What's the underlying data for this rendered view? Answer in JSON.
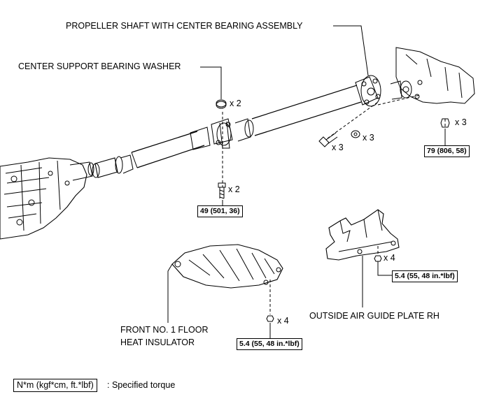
{
  "labels": {
    "propeller_shaft": "PROPELLER SHAFT WITH CENTER BEARING ASSEMBLY",
    "center_washer": "CENTER SUPPORT BEARING WASHER",
    "floor_insulator_line1": "FRONT NO. 1 FLOOR",
    "floor_insulator_line2": "HEAT INSULATOR",
    "air_guide_plate": "OUTSIDE AIR GUIDE PLATE RH"
  },
  "quantities": {
    "washer": "x 2",
    "center_bolt": "x 2",
    "flange_bolt": "x 3",
    "flange_washer": "x 3",
    "rear_nut": "x 3",
    "air_guide_nut": "x 4",
    "insulator_nut": "x 4"
  },
  "torques": {
    "center_bolt": "49 (501, 36)",
    "rear_nut": "79 (806, 58)",
    "air_guide_nut": "5.4 (55, 48 in.*lbf)",
    "insulator_nut": "5.4 (55, 48 in.*lbf)"
  },
  "legend": {
    "box": "N*m (kgf*cm, ft.*lbf)",
    "text": ": Specified torque"
  },
  "icons": [
    "propeller-shaft-icon",
    "transmission-icon",
    "differential-icon",
    "heat-insulator-icon",
    "air-guide-plate-icon",
    "bolt-icon",
    "nut-icon",
    "washer-icon"
  ]
}
